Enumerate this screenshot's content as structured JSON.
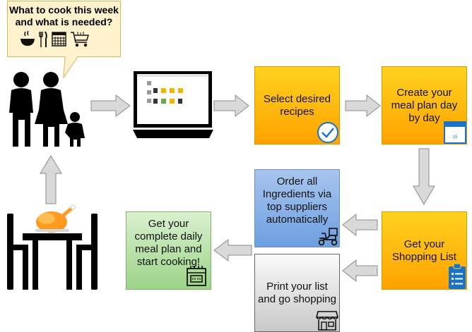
{
  "callout": {
    "line1": "What to cook this week",
    "line2": "and what is needed?"
  },
  "steps": {
    "select": "Select desired recipes",
    "mealplan": "Create your meal plan day by day",
    "shopping": "Get your Shopping List",
    "order": "Order all Ingredients via top suppliers automatically",
    "print": "Print your list and go shopping",
    "cook": "Get your complete daily meal plan and start cooking!"
  },
  "calendar_day": "15",
  "colors": {
    "orange_border": "#d79b00",
    "blue_fill": "#7ea6e0",
    "green_fill": "#b9e0a5",
    "arrow_fill": "#d9d9d9",
    "arrow_stroke": "#8c8c8c",
    "callout_fill": "#fff2cc",
    "callout_border": "#d6b656"
  },
  "icons": [
    "family-icon",
    "monitor-icon",
    "checkmark-icon",
    "calendar-icon",
    "clipboard-icon",
    "delivery-scooter-icon",
    "shop-icon",
    "stove-icon",
    "dining-table-icon",
    "soup-bowl-icon",
    "cutlery-icon",
    "calendar-grid-icon",
    "shopping-cart-icon"
  ]
}
